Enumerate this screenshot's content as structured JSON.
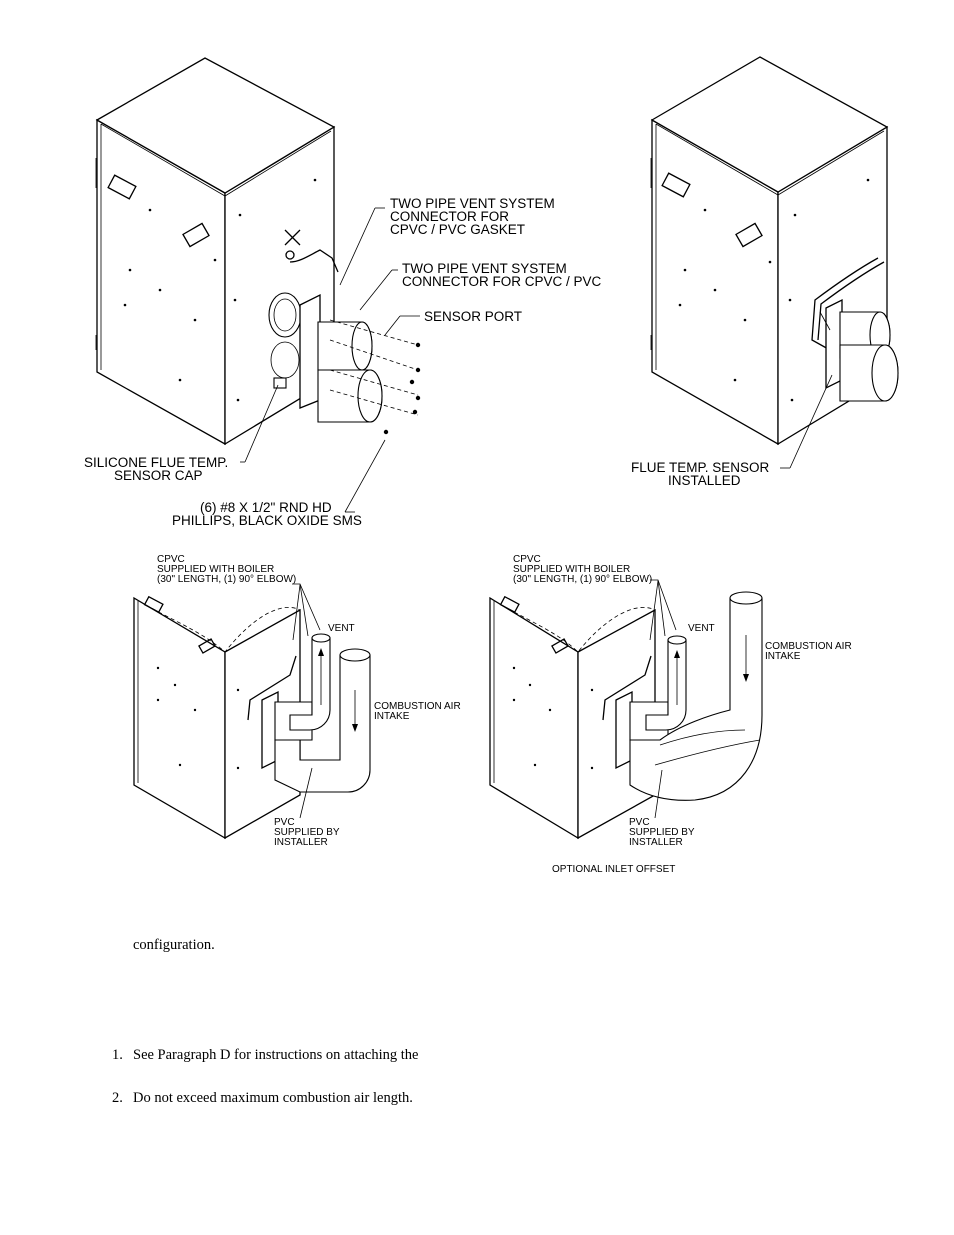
{
  "figure": {
    "top_left_labels": {
      "gasket_connector": [
        "TWO PIPE VENT SYSTEM",
        "CONNECTOR FOR",
        "CPVC / PVC GASKET"
      ],
      "cpvc_connector": [
        "TWO PIPE VENT SYSTEM",
        "CONNECTOR FOR CPVC / PVC"
      ],
      "sensor_port": "SENSOR PORT",
      "silicone_cap": [
        "SILICONE FLUE TEMP.",
        "SENSOR CAP"
      ],
      "screws": [
        "(6) #8 X 1/2\" RND HD",
        "PHILLIPS, BLACK OXIDE SMS"
      ]
    },
    "top_right_labels": {
      "sensor_installed": [
        "FLUE TEMP. SENSOR",
        "INSTALLED"
      ]
    },
    "bottom_left_labels": {
      "cpvc": [
        "CPVC",
        "SUPPLIED WITH BOILER",
        "(30\" LENGTH, (1) 90° ELBOW)"
      ],
      "vent": "VENT",
      "intake": [
        "COMBUSTION AIR",
        "INTAKE"
      ],
      "pvc": [
        "PVC",
        "SUPPLIED BY",
        "INSTALLER"
      ]
    },
    "bottom_right_labels": {
      "cpvc": [
        "CPVC",
        "SUPPLIED WITH BOILER",
        "(30\" LENGTH, (1) 90° ELBOW)"
      ],
      "vent": "VENT",
      "intake": [
        "COMBUSTION AIR",
        "INTAKE"
      ],
      "pvc": [
        "PVC",
        "SUPPLIED BY",
        "INSTALLER"
      ],
      "caption": "OPTIONAL INLET OFFSET"
    }
  },
  "text": {
    "configuration": "configuration.",
    "items": [
      {
        "num": "1.",
        "text": "See Paragraph D for instructions on attaching the"
      },
      {
        "num": "2.",
        "text": "Do not exceed maximum combustion air length."
      }
    ]
  }
}
